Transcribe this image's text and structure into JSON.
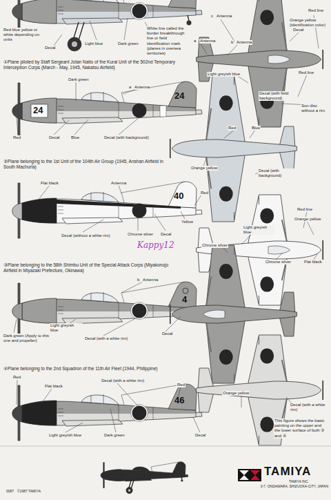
{
  "diagram": {
    "labels": [
      "Red blue yellow or white depending on units",
      "Decal",
      "Light blue",
      "Dark green",
      "White line called the border breakthrough line or field identification mark (planes in oversea territories)",
      "c",
      "Antenna",
      "Red line",
      "Orange yellow (identification color)",
      "Decal",
      "a",
      "Antenna",
      "b",
      "Antenna",
      "Light greyish blue",
      "Red line",
      "Sun disc without a rim",
      "Decal (with field background)",
      "①Plane piloted by Staff Sergeant Jotan Naito of the Kurai Unit of the 502nd Temporary Interception Corps (March - May, 1945, Nakatsu Airfield)",
      "Dark green",
      "a",
      "Antenna",
      "24",
      "24",
      "Red",
      "Decal",
      "Blue",
      "Decal (with background)",
      "Red",
      "Blue",
      "Orange yellow",
      "Decal (with background)",
      "②Plane belonging to the 1st Unit of the 104th Air Group (1945, Anshan Airfield in South Machuria)",
      "Flat black",
      "Antenna",
      "40",
      "Red",
      "Yellow",
      "Decal (without a white rim)",
      "Chrome silver",
      "Decal",
      "Red line",
      "Orange yellow",
      "Light greyish blue",
      "Chrome silver",
      "Chrome silver",
      "Flat black",
      "Kappy12",
      "③Plane belonging to the 58th Shimbu Unit of the Special Attack Corps (Miyakonojo Airfield in Miyazaki Prefecture, Okinawa)",
      "b",
      "Antenna",
      "4",
      "Dark green (Apply to this one and propeller)",
      "Light greyish blue",
      "Decal (with a white rim)",
      "Decal",
      "④Plane belonging to the 2nd Squadron of the 11th Air Fleet (1944, Philippine)",
      "Red",
      "Decal (with a white rim)",
      "Flat black",
      "Red",
      "46",
      "Light greyish blue",
      "Dark green",
      "Decal",
      "Orange yellow",
      "Decal (with a white rim)",
      "This figure shows the basic painting on the upper and the lower surface of both ③ and ④",
      "0087",
      "©1987 TAMIYA",
      "TAMIYA",
      "TAMIYA INC.",
      "3-7, ONDAWARA, SHIZUOKA-CITY, JAPAN"
    ]
  }
}
